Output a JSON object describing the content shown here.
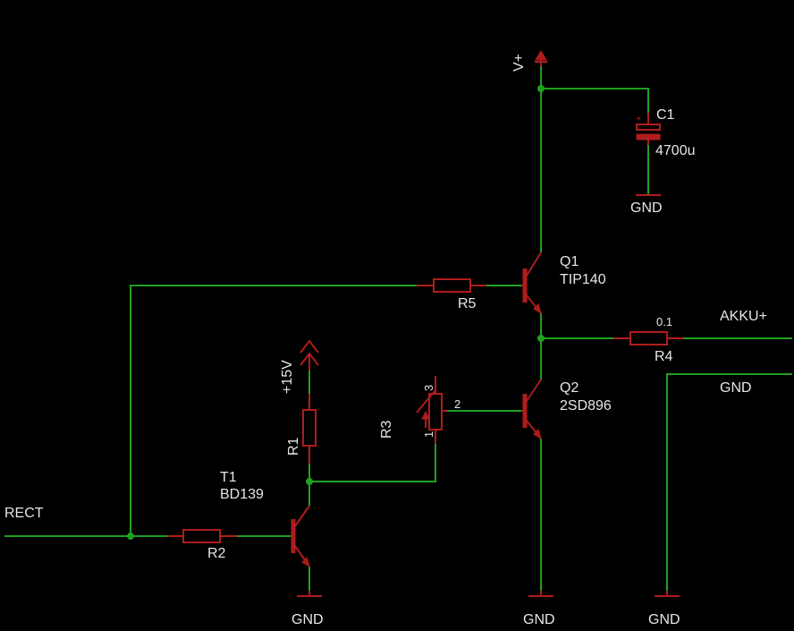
{
  "nets": {
    "rect": "RECT",
    "akku_plus": "AKKU+",
    "gnd_out": "GND"
  },
  "supplies": {
    "vplus": "V+",
    "p15v": "+15V",
    "gnd": "GND"
  },
  "parts": {
    "c1": {
      "name": "C1",
      "value": "4700u",
      "polarity": "+"
    },
    "q1": {
      "name": "Q1",
      "value": "TIP140"
    },
    "q2": {
      "name": "Q2",
      "value": "2SD896"
    },
    "t1": {
      "name": "T1",
      "value": "BD139"
    },
    "r1": {
      "name": "R1"
    },
    "r2": {
      "name": "R2"
    },
    "r3": {
      "name": "R3",
      "pin1": "1",
      "pin2": "2",
      "pin3": "3"
    },
    "r4": {
      "name": "R4",
      "value": "0.1"
    },
    "r5": {
      "name": "R5"
    }
  },
  "colors": {
    "wire": "#1fa01f",
    "part": "#b01c1c",
    "text": "#e6e6e6",
    "background": "#000000"
  }
}
